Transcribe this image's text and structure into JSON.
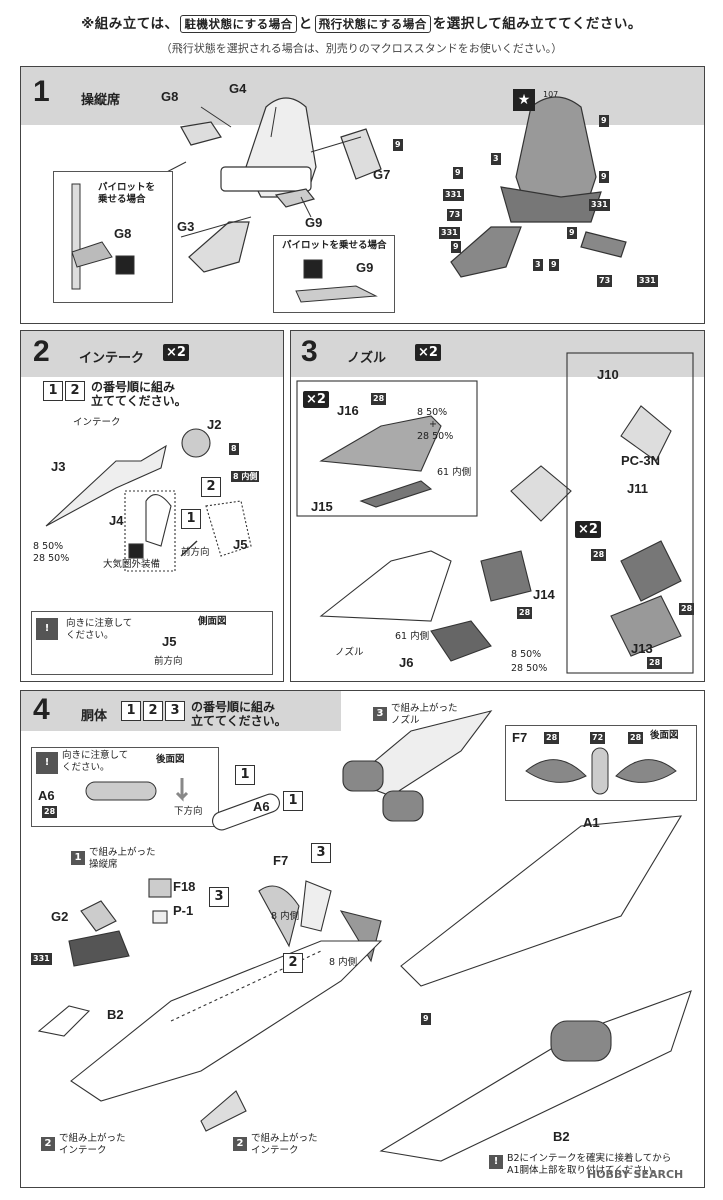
{
  "header": {
    "line_prefix": "※組み立ては、",
    "option_parked": "駐機状態にする場合",
    "conj": "と",
    "option_flight": "飛行状態にする場合",
    "line_suffix": "を選択して組み立ててください。",
    "subline": "（飛行状態を選択される場合は、別売りのマクロススタンドをお使いください。）"
  },
  "step1": {
    "num": "1",
    "title": "操縦席",
    "parts": [
      "G8",
      "G4",
      "G7",
      "G3",
      "G9",
      "G8",
      "G9"
    ],
    "inset_note": "パイロットを乗せる場合",
    "inset_note2_line1": "パイロットを",
    "inset_note2_line2": "乗せる場合",
    "tags": [
      "9",
      "3",
      "9",
      "9",
      "331",
      "73",
      "331",
      "9",
      "3",
      "9",
      "9",
      "73",
      "331",
      "107"
    ]
  },
  "step2": {
    "num": "2",
    "title": "インテーク",
    "multiplier": "×2",
    "order_text": "の番号順に組み",
    "order_text2": "立ててください。",
    "intake_label": "インテーク",
    "parts": [
      "J2",
      "J3",
      "J4",
      "J5"
    ],
    "paint": [
      "8",
      "8 内側",
      "8 50%",
      "28 50%"
    ],
    "decal_label": "大気圏外装備",
    "forward": "前方向",
    "note_line1": "向きに注意して",
    "note_line2": "ください。",
    "side_view": "側面図",
    "side_part": "J5",
    "side_forward": "前方向",
    "n1": "1",
    "n2": "2"
  },
  "step3": {
    "num": "3",
    "title": "ノズル",
    "multiplier": "×2",
    "parts": [
      "J16",
      "J15",
      "J14",
      "J6",
      "J10",
      "PC-3N",
      "J11",
      "J13"
    ],
    "paint": [
      "28",
      "8 50%",
      "28 50%",
      "61 内側",
      "28",
      "61 内側",
      "8 50%",
      "28 50%",
      "28",
      "28",
      "28"
    ],
    "nozzle_label": "ノズル",
    "inner": "内側",
    "plus": "+"
  },
  "step4": {
    "num": "4",
    "title": "胴体",
    "order_text": "の番号順に組み",
    "order_text2": "立ててください。",
    "note_line1": "向きに注意して",
    "note_line2": "ください。",
    "rear_view": "後面図",
    "down": "下方向",
    "parts": [
      "A6",
      "A6",
      "F7",
      "F18",
      "P-1",
      "G2",
      "B2",
      "A1",
      "B2",
      "F7"
    ],
    "done_nozzle_l1": "で組み上がった",
    "done_nozzle_l2": "ノズル",
    "done_seat_l1": "で組み上がった",
    "done_seat_l2": "操縦席",
    "done_intake_l1": "で組み上がった",
    "done_intake_l2": "インテーク",
    "done_intake2_l1": "で組み上がった",
    "done_intake2_l2": "インテーク",
    "paint": [
      "28",
      "8 内側",
      "8 内側",
      "331",
      "9",
      "28",
      "72",
      "28"
    ],
    "final_note_l1": "B2にインテークを確実に接着してから",
    "final_note_l2": "A1胴体上部を取り付けてください。",
    "watermark": "HOBBY SEARCH",
    "rear_label": "後面図",
    "n1": "1",
    "n2": "2",
    "n3": "3"
  }
}
